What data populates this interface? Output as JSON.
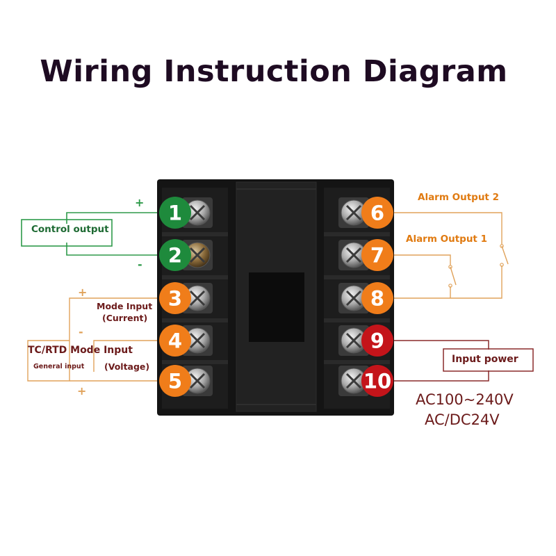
{
  "title": "Wiring Instruction Diagram",
  "terminals": [
    {
      "number": "1",
      "color": "#1e8a3c"
    },
    {
      "number": "2",
      "color": "#1e8a3c"
    },
    {
      "number": "3",
      "color": "#f07d1a"
    },
    {
      "number": "4",
      "color": "#f07d1a"
    },
    {
      "number": "5",
      "color": "#f07d1a"
    },
    {
      "number": "6",
      "color": "#f07d1a"
    },
    {
      "number": "7",
      "color": "#f07d1a"
    },
    {
      "number": "8",
      "color": "#f07d1a"
    },
    {
      "number": "9",
      "color": "#c4141a"
    },
    {
      "number": "10",
      "color": "#c4141a"
    }
  ],
  "labels": {
    "control_output": "Control output",
    "alarm_output_2": "Alarm Output 2",
    "alarm_output_1": "Alarm Output 1",
    "mode_input_current_line1": "Mode Input",
    "mode_input_current_line2": "(Current)",
    "tc_rtd_mode_input": "TC/RTD Mode Input",
    "general_input": "General input",
    "voltage": "(Voltage)",
    "input_power": "Input power",
    "ac_range": "AC100~240V",
    "acdc": "AC/DC24V"
  },
  "polarity": {
    "t1_plus": "+",
    "t2_minus": "-",
    "t3_plus": "+",
    "t4_minus": "-",
    "t5_plus": "+"
  },
  "colors": {
    "title": "#1e0b22",
    "green": "#1e8a3c",
    "orange": "#f07d1a",
    "red": "#c4141a",
    "label_dark": "#6b1a1a",
    "label_orange": "#e07a10",
    "wire_orange": "#e0a25a",
    "wire_red": "#8a2a2a"
  }
}
